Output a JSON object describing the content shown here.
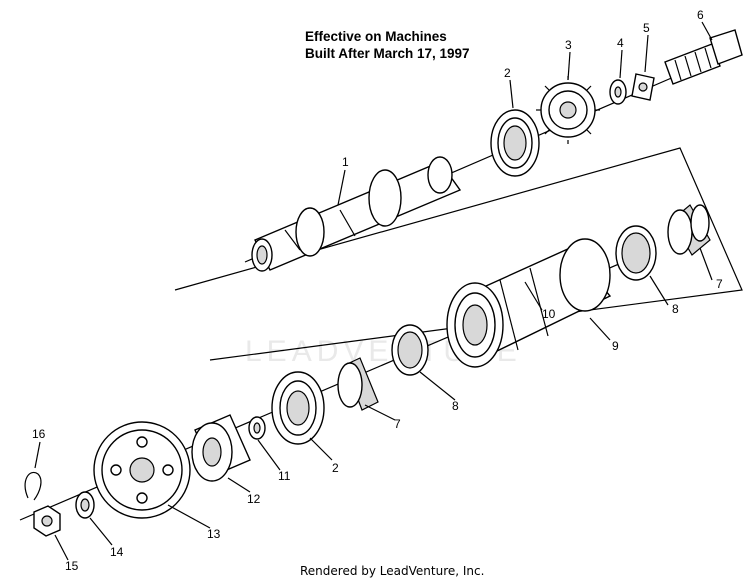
{
  "diagram": {
    "title_line1": "Effective on Machines",
    "title_line2": "Built After March 17, 1997",
    "footer": "Rendered by LeadVenture, Inc.",
    "watermark": "LEADVENTURE",
    "callouts": {
      "c1": "1",
      "c2a": "2",
      "c2b": "2",
      "c3": "3",
      "c4": "4",
      "c5": "5",
      "c6": "6",
      "c7a": "7",
      "c7b": "7",
      "c8a": "8",
      "c8b": "8",
      "c9": "9",
      "c10": "10",
      "c11": "11",
      "c12": "12",
      "c13": "13",
      "c14": "14",
      "c15": "15",
      "c16": "16"
    }
  }
}
